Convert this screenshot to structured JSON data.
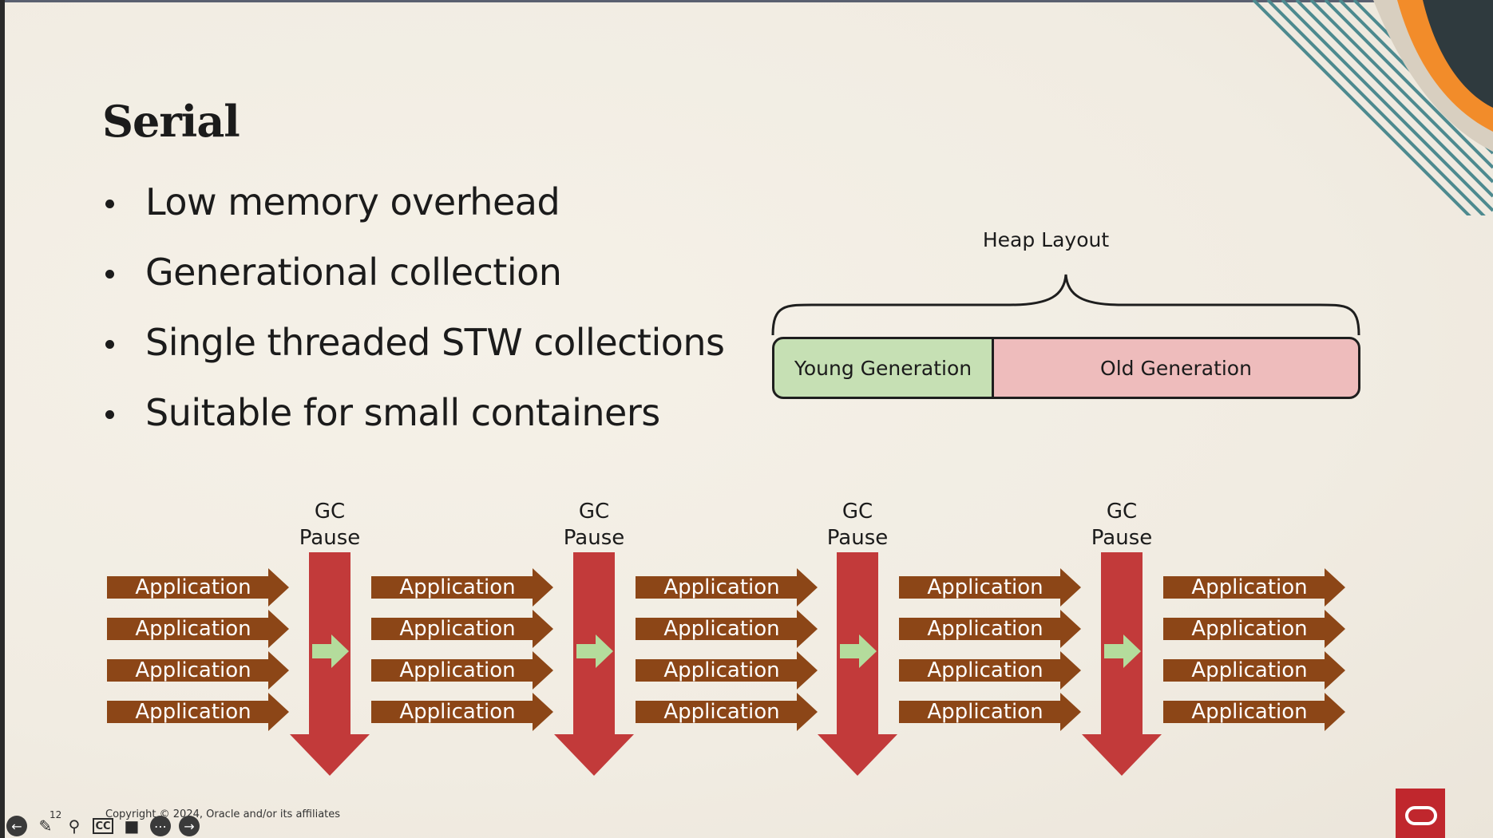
{
  "slide": {
    "title": "Serial",
    "bullets": [
      "Low memory overhead",
      "Generational collection",
      "Single threaded STW collections",
      "Suitable for small containers"
    ]
  },
  "heap": {
    "title": "Heap Layout",
    "young": "Young Generation",
    "old": "Old Generation"
  },
  "timeline": {
    "app_label": "Application",
    "gc_label_line1": "GC",
    "gc_label_line2": "Pause",
    "groups": 5,
    "threads_per_group": 4,
    "pauses": 4
  },
  "colors": {
    "app_arrow": "#8c4617",
    "gc_arrow": "#c23a3a",
    "inner_arrow": "#b4dc9c",
    "young": "#c6e0b4",
    "old": "#eebcbc",
    "accent_orange": "#f28c2a",
    "logo_red": "#c0272d"
  },
  "footer": {
    "copyright": "Copyright © 2024, Oracle and/or its affiliates",
    "page_number": "12"
  },
  "toolbar": {
    "icons": [
      "prev-icon",
      "pen-icon",
      "zoom-icon",
      "cc-icon",
      "camera-icon",
      "more-icon",
      "next-icon"
    ]
  }
}
